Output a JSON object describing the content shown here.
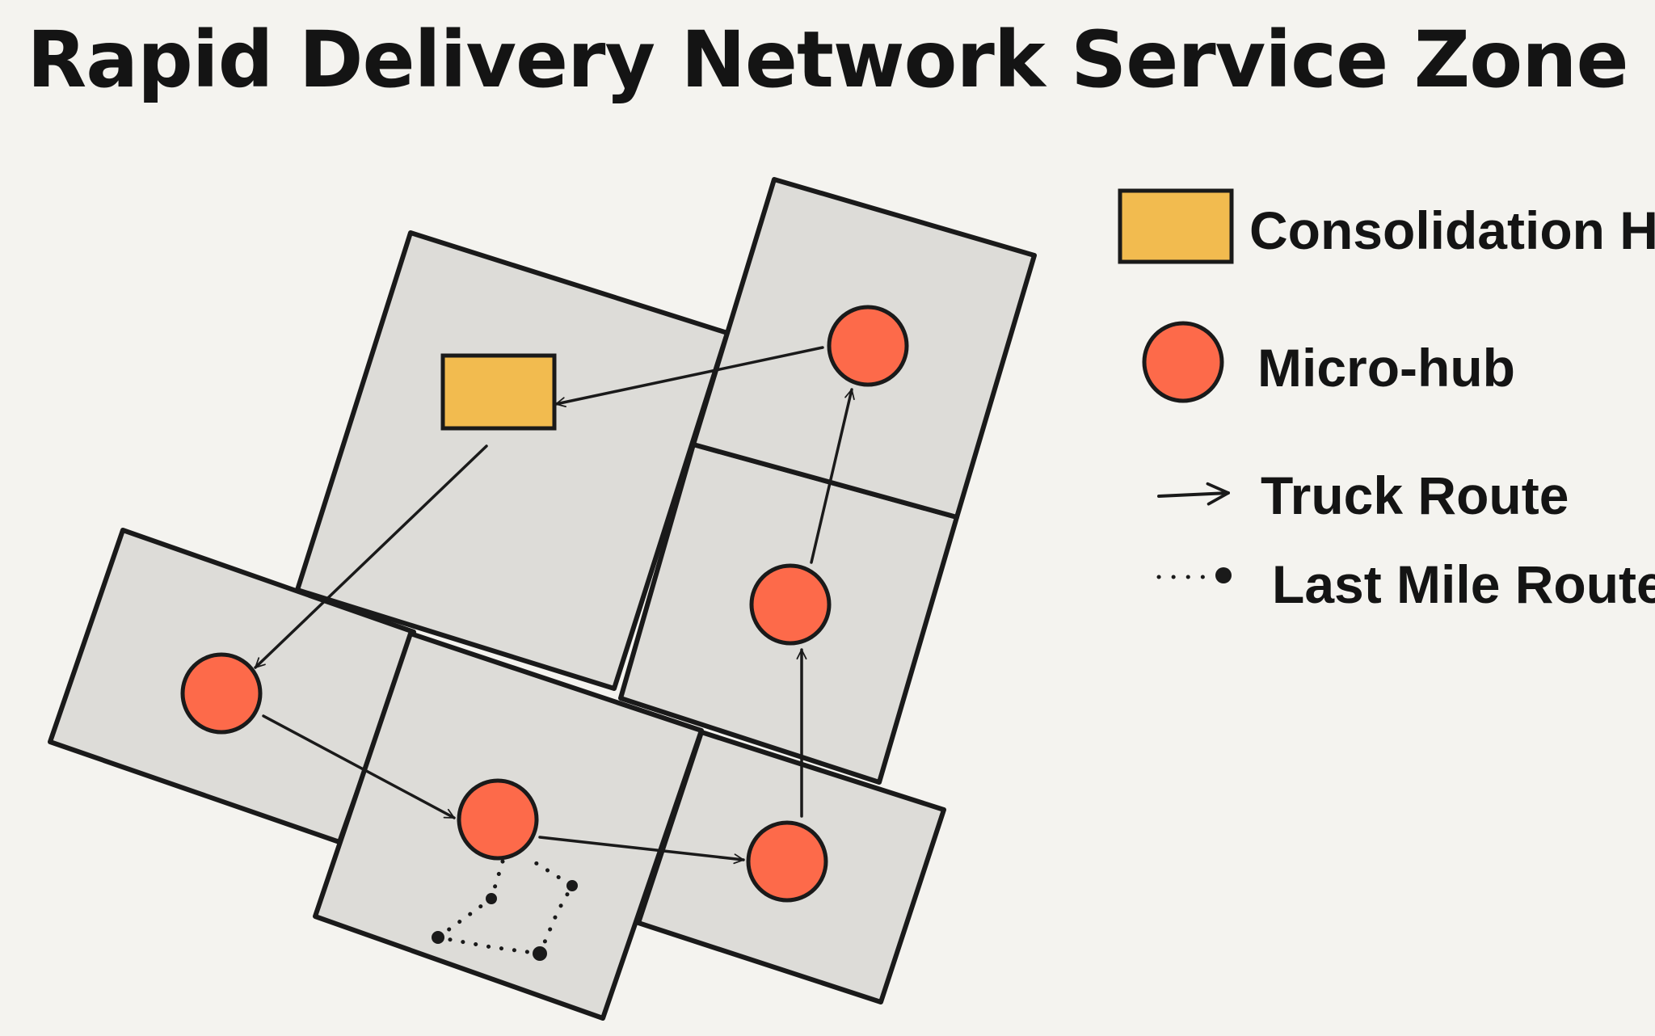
{
  "title": "Rapid Delivery Network Service Zone",
  "colors": {
    "background": "#f4f3ef",
    "zone_fill": "#dddcd8",
    "stroke": "#1a1a1a",
    "consolidation_hub": "#f2bb4f",
    "micro_hub": "#fd6a4a"
  },
  "legend": {
    "consolidation_hub": "Consolidation Hub",
    "micro_hub": "Micro-hub",
    "truck_route": "Truck Route",
    "last_mile_route": "Last Mile Route"
  }
}
